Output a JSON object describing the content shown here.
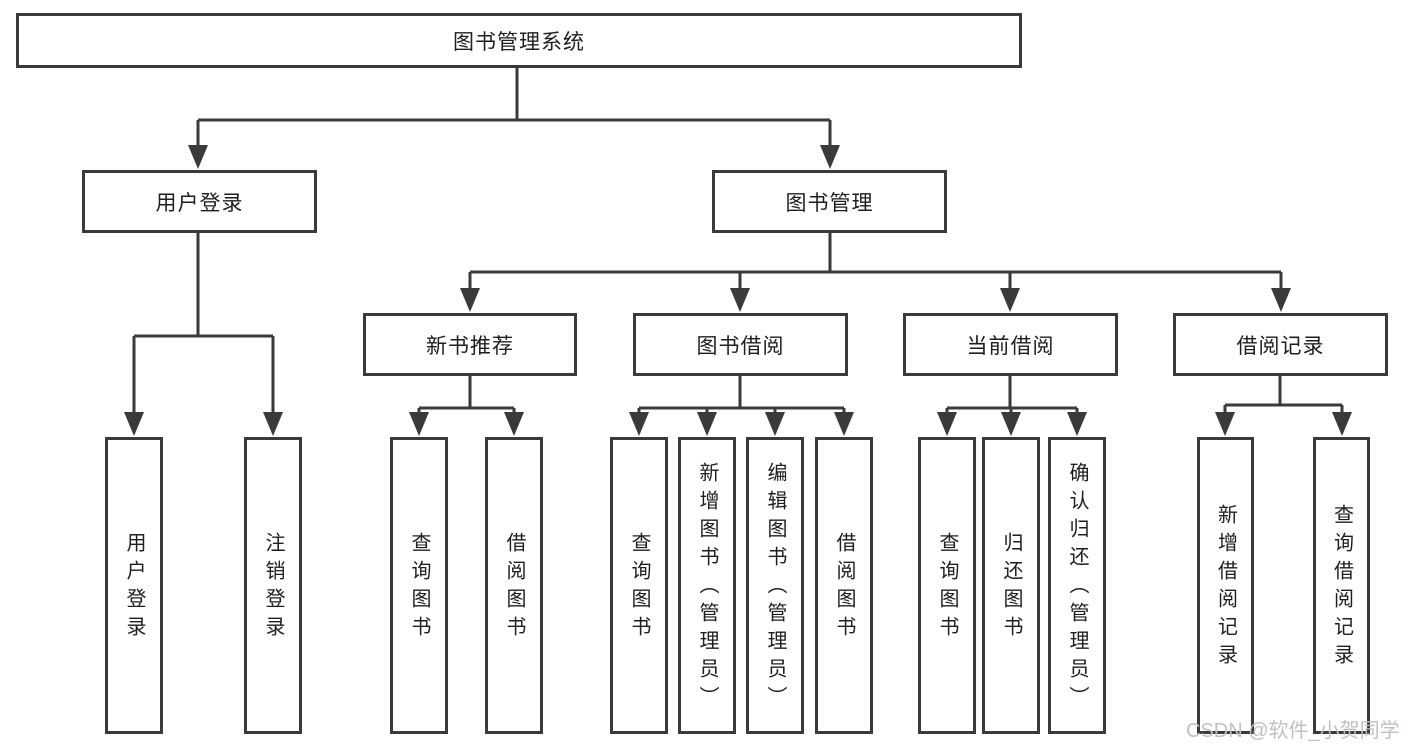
{
  "diagram_type": "hierarchy-chart",
  "nodes": {
    "root": "图书管理系统",
    "user_login": "用户登录",
    "book_management": "图书管理",
    "new_book_recommend": "新书推荐",
    "book_borrow": "图书借阅",
    "current_borrow": "当前借阅",
    "borrow_records": "借阅记录"
  },
  "leaves": [
    {
      "label": "用户登录"
    },
    {
      "label": "注销登录"
    },
    {
      "label": "查询图书"
    },
    {
      "label": "借阅图书"
    },
    {
      "label": "查询图书"
    },
    {
      "label": "新增图书（管理员）"
    },
    {
      "label": "编辑图书（管理员）"
    },
    {
      "label": "借阅图书"
    },
    {
      "label": "查询图书"
    },
    {
      "label": "归还图书"
    },
    {
      "label": "确认归还（管理员）"
    },
    {
      "label": "新增借阅记录"
    },
    {
      "label": "查询借阅记录"
    }
  ],
  "watermark": "CSDN @软件_小贺同学",
  "colors": {
    "line": "#3a3a3a",
    "text": "#1e1e1e",
    "watermark": "#c5bebe",
    "background": "#ffffff"
  }
}
